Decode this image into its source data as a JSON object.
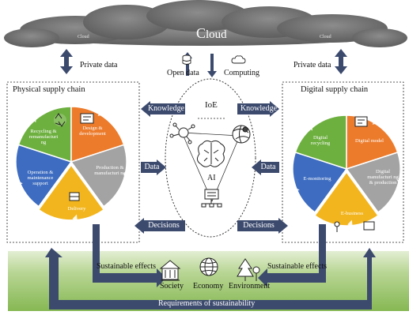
{
  "cloud": {
    "center_label_initial": "C",
    "center_label_rest": "loud",
    "left_label": "Cloud",
    "right_label": "Cloud"
  },
  "private_data_left": "Private data",
  "private_data_right": "Private data",
  "open_data": "Open data",
  "computing": "Computing",
  "ioe": "IoE",
  "ai": "AI",
  "physical": {
    "title": "Physical supply chain",
    "segments": [
      "Recycling & remanufacturi ng",
      "Design & development",
      "Production & manufacturi ng",
      "Delivery",
      "Operation & maintenance support"
    ]
  },
  "digital": {
    "title": "Digital supply chain",
    "segments": [
      "Digital recycling",
      "Digital model",
      "Digital manufacturi ng & production",
      "E-business",
      "E-monitoring"
    ]
  },
  "arrows": {
    "knowledge_left": "Knowledge",
    "knowledge_right": "Knowledge",
    "data_left": "Data",
    "data_right": "Data",
    "decisions_left": "Decisions",
    "decisions_right": "Decisions"
  },
  "bottom": {
    "sustainable_left": "Sustainable effects",
    "sustainable_right": "Sustainable effects",
    "society": "Society",
    "economy": "Economy",
    "environment": "Environment",
    "requirements": "Requirements of sustainability"
  },
  "colors": {
    "arrow": "#3c4a6e",
    "cloud": "#7d7d7d",
    "ground_top": "#d6e6bf",
    "ground_bottom": "#8dbd5a",
    "orange": "#ec7b2b",
    "gray": "#a3a3a3",
    "yellow": "#f2b51e",
    "blue": "#3d6cc0",
    "green": "#6db03f"
  }
}
